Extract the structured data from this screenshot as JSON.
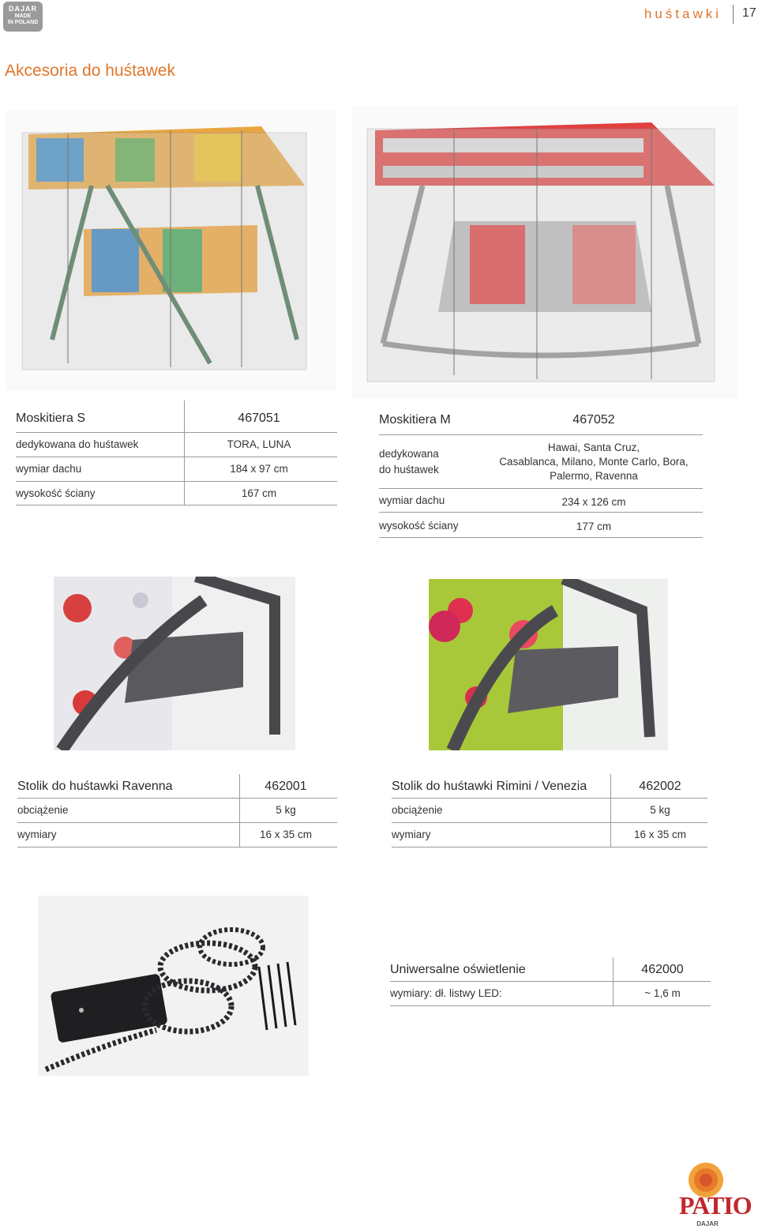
{
  "header": {
    "logo": {
      "brand": "DAJAR",
      "line1": "MADE",
      "line2": "IN POLAND"
    },
    "category": "huśtawki",
    "page_number": "17"
  },
  "page_title": "Akcesoria do huśtawek",
  "products": {
    "net_s": {
      "name": "Moskitiera S",
      "code": "467051",
      "rows": [
        {
          "label": "dedykowana do huśtawek",
          "value": "TORA, LUNA"
        },
        {
          "label": "wymiar dachu",
          "value": "184 x 97 cm"
        },
        {
          "label": "wysokość ściany",
          "value": "167 cm"
        }
      ]
    },
    "net_m": {
      "name": "Moskitiera M",
      "code": "467052",
      "rows": [
        {
          "label1": "dedykowana",
          "label2": "do huśtawek",
          "value1": "Hawai, Santa Cruz,",
          "value2": "Casablanca, Milano, Monte Carlo, Bora,",
          "value3": "Palermo, Ravenna"
        },
        {
          "label": "wymiar dachu",
          "value": "234 x 126 cm"
        },
        {
          "label": "wysokość ściany",
          "value": "177 cm"
        }
      ]
    },
    "table_ravenna": {
      "name": "Stolik do huśtawki Ravenna",
      "code": "462001",
      "rows": [
        {
          "label": "obciążenie",
          "value": "5 kg"
        },
        {
          "label": "wymiary",
          "value": "16 x 35 cm"
        }
      ]
    },
    "table_rimini": {
      "name": "Stolik do huśtawki Rimini / Venezia",
      "code": "462002",
      "rows": [
        {
          "label": "obciążenie",
          "value": "5 kg"
        },
        {
          "label": "wymiary",
          "value": "16 x 35 cm"
        }
      ]
    },
    "led": {
      "name": "Uniwersalne oświetlenie",
      "code": "462000",
      "rows": [
        {
          "label": "wymiary: dł. listwy LED:",
          "value": "~ 1,6 m"
        }
      ]
    }
  },
  "footer_logo": {
    "name": "PATIO",
    "sub": "DAJAR"
  },
  "colors": {
    "accent": "#e0762a",
    "rule": "#9a9a9a",
    "patio_red": "#c0272d"
  }
}
